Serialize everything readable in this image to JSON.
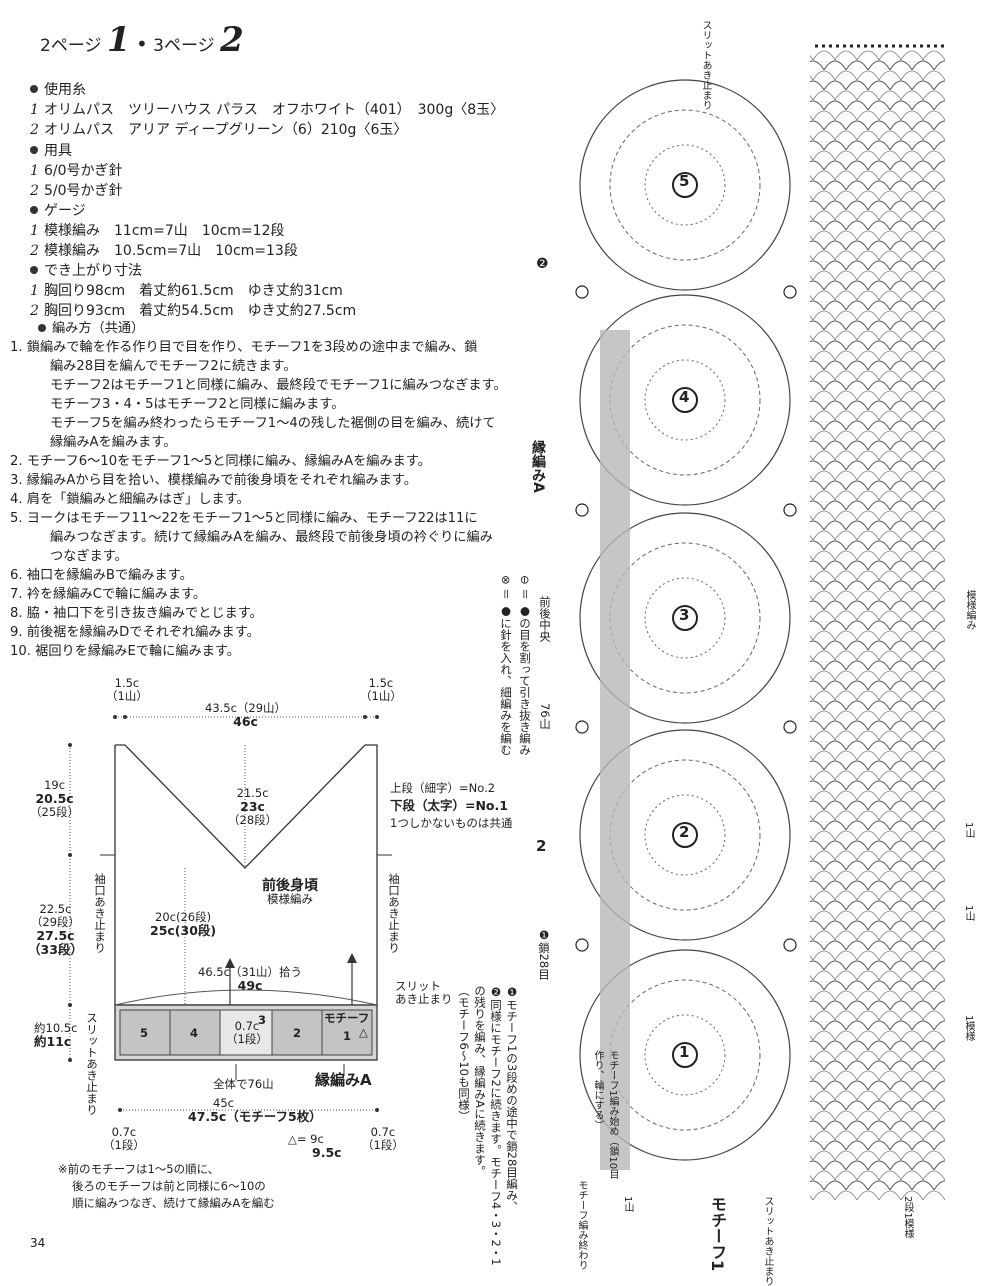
{
  "header": {
    "p1": "2ページ",
    "n1": "1",
    "dot": "•",
    "p2": "3ページ",
    "n2": "2"
  },
  "yarn": {
    "title": "使用糸",
    "rows": [
      {
        "n": "1",
        "t": "オリムパス　ツリーハウス パラス　オフホワイト（401）　300g〈8玉〉"
      },
      {
        "n": "2",
        "t": "オリムパス　アリア ディープグリーン（6）210g〈6玉〉"
      }
    ]
  },
  "tools": {
    "title": "用具",
    "rows": [
      {
        "n": "1",
        "t": "6/0号かぎ針"
      },
      {
        "n": "2",
        "t": "5/0号かぎ針"
      }
    ]
  },
  "gauge": {
    "title": "ゲージ",
    "rows": [
      {
        "n": "1",
        "t": "模様編み　11cm=7山　10cm=12段"
      },
      {
        "n": "2",
        "t": "模様編み　10.5cm=7山　10cm=13段"
      }
    ]
  },
  "size": {
    "title": "でき上がり寸法",
    "rows": [
      {
        "n": "1",
        "t": "胸回り98cm　着丈約61.5cm　ゆき丈約31cm"
      },
      {
        "n": "2",
        "t": "胸回り93cm　着丈約54.5cm　ゆき丈約27.5cm"
      }
    ]
  },
  "method": {
    "title": "編み方（共通）",
    "steps": [
      {
        "l": "1. 鎖編みで輪を作る作り目で目を作り、モチーフ1を3段めの途中まで編み、鎖",
        "c": [
          "編み28目を編んでモチーフ2に続きます。"
        ],
        "s": [
          "モチーフ2はモチーフ1と同様に編み、最終段でモチーフ1に編みつなぎます。",
          "モチーフ3・4・5はモチーフ2と同様に編みます。",
          "モチーフ5を編み終わったらモチーフ1〜4の残した裾側の目を編み、続けて",
          "縁編みAを編みます。"
        ]
      },
      {
        "l": "2. モチーフ6〜10をモチーフ1〜5と同様に編み、縁編みAを編みます。"
      },
      {
        "l": "3. 縁編みAから目を拾い、模様編みで前後身頃をそれぞれ編みます。"
      },
      {
        "l": "4. 肩を「鎖編みと細編みはぎ」します。"
      },
      {
        "l": "5. ヨークはモチーフ11〜22をモチーフ1〜5と同様に編み、モチーフ22は11に",
        "c": [
          "編みつなぎます。続けて縁編みAを編み、最終段で前後身頃の衿ぐりに編み",
          "つなぎます。"
        ]
      },
      {
        "l": "6. 袖口を縁編みBで編みます。"
      },
      {
        "l": "7. 衿を縁編みCで輪に編みます。"
      },
      {
        "l": "8. 脇・袖口下を引き抜き編みでとじます。"
      },
      {
        "l": "9. 前後裾を縁編みDでそれぞれ編みます。"
      },
      {
        "l": "10. 裾回りを縁編みEで輪に編みます。"
      }
    ]
  },
  "schematic": {
    "top_left": [
      "1.5c",
      "（1山）"
    ],
    "top_right": [
      "1.5c",
      "（1山）"
    ],
    "width_top": [
      "43.5c（29山）",
      "46c"
    ],
    "neck": [
      "21.5c",
      "23c",
      "（28段）"
    ],
    "left_top": [
      "19c",
      "20.5c",
      "（25段）"
    ],
    "left_mid": [
      "22.5c",
      "（29段）",
      "27.5c",
      "（33段）"
    ],
    "inner": [
      "20c(26段)",
      "25c(30段)"
    ],
    "body_title": "前後身頃",
    "body_sub": "模様編み",
    "sleeve_open": "袖口あき止まり",
    "pickup": [
      "46.5c（31山）拾う",
      "49c"
    ],
    "slit_right": "スリット あき止まり",
    "slit_left": "スリットあき止まり",
    "band_h": [
      "約10.5c",
      "約11c"
    ],
    "motifs": [
      "5",
      "4",
      "3",
      "2",
      "1"
    ],
    "motif_label": "モチーフ",
    "cell": [
      "0.7c",
      "（1段）"
    ],
    "triangle": "△",
    "total": "全体で76山",
    "edge_a": "縁編みA",
    "width_bot": [
      "45c",
      "47.5c（モチーフ5枚）"
    ],
    "bot_left": [
      "0.7c",
      "（1段）"
    ],
    "bot_right": [
      "0.7c",
      "（1段）"
    ],
    "tri_note": [
      "△=",
      "9c",
      "9.5c"
    ],
    "note": [
      "※前のモチーフは1〜5の順に、",
      "後ろのモチーフは前と同様に6〜10の",
      "順に編みつなぎ、続けて縁編みAを編む"
    ]
  },
  "legend": {
    "l1": "上段（細字）=No.2",
    "l2": "下段（太字）=No.1",
    "l3": "1つしかないものは共通"
  },
  "chart": {
    "top_note": "スリットあき止まり",
    "edge_label": "縁編みA",
    "sym1": "⊖ ＝ ●の目を割って引き抜き編み",
    "sym2": "⊗ ＝ ●に針を入れ、細編みを編む",
    "center": "前後中央",
    "count76": "76山",
    "pattern": "模様編み",
    "num2": "2",
    "m2": "❷",
    "m1": "❶鎖28目",
    "instr": [
      "❶モチーフ1の3段めの途中で鎖28目編み、",
      "❷同様にモチーフ2に続きます。モチーフ4・3・2・1",
      "の残りを編み、縁編みAに続きます。",
      "（モチーフ6〜10も同様）"
    ],
    "start": "モチーフ1編み始め（鎖10目作り、輪にする）",
    "end": "モチーフ編み終わり",
    "motif1": "モチーフ1",
    "yama": "1山",
    "moyo": "1模様",
    "dan": "2段1模様",
    "bottom_slit": "スリットあき止まり",
    "motif_nums": [
      "5",
      "4",
      "3",
      "2",
      "1"
    ]
  },
  "page_number": "34"
}
